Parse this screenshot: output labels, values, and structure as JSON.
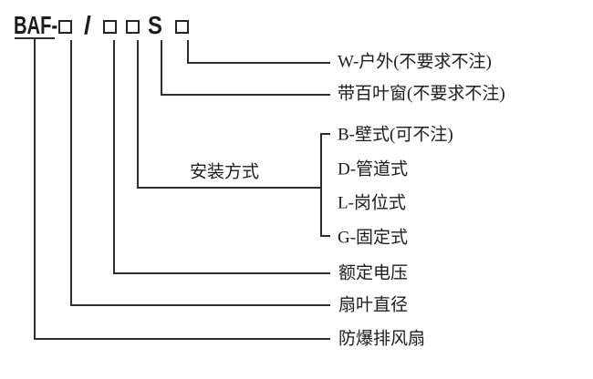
{
  "code": {
    "prefix": "BAF-",
    "separator": "/",
    "s_marker": "S"
  },
  "labels": {
    "outdoor": "W-户外(不要求不注)",
    "louver": "带百叶窗(不要求不注)",
    "mounting_group": "安装方式",
    "mounting_options": [
      "B-壁式(可不注)",
      "D-管道式",
      "L-岗位式",
      "G-固定式"
    ],
    "rated_voltage": "额定电压",
    "blade_diameter": "扇叶直径",
    "product_name": "防爆排风扇"
  },
  "colors": {
    "line": "#2d2d2d",
    "text": "#1c1c1c",
    "background": "#ffffff"
  }
}
